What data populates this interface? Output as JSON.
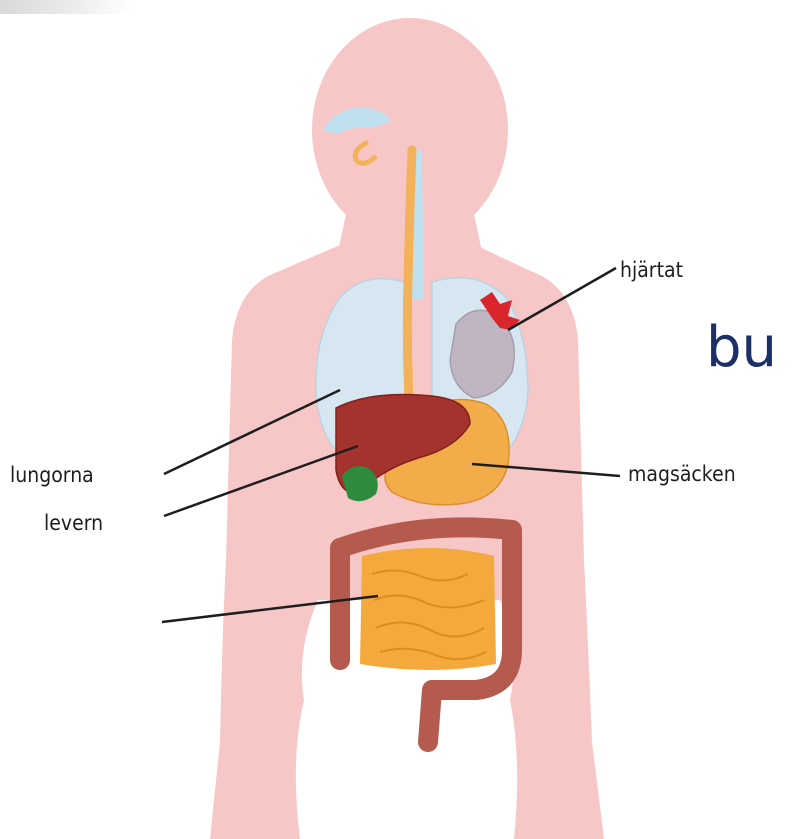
{
  "labels": {
    "heart": "hjärtat",
    "lungs": "lungorna",
    "liver": "levern",
    "stomach": "magsäcken",
    "big_text": "bu"
  },
  "colors": {
    "body": "#f7c7c7",
    "lungs": "#d7e7f1",
    "airway": "#bfe1ef",
    "esophagus": "#f3b25a",
    "liver": "#a4332e",
    "stomach": "#f2ac4a",
    "intestine": "#f3a93b",
    "colon": "#b55b4d",
    "gallbladder": "#2e8b3e",
    "heart": "#bfb5c3",
    "heart_vessels": "#d8262c",
    "big_text": "#1c2f66"
  }
}
